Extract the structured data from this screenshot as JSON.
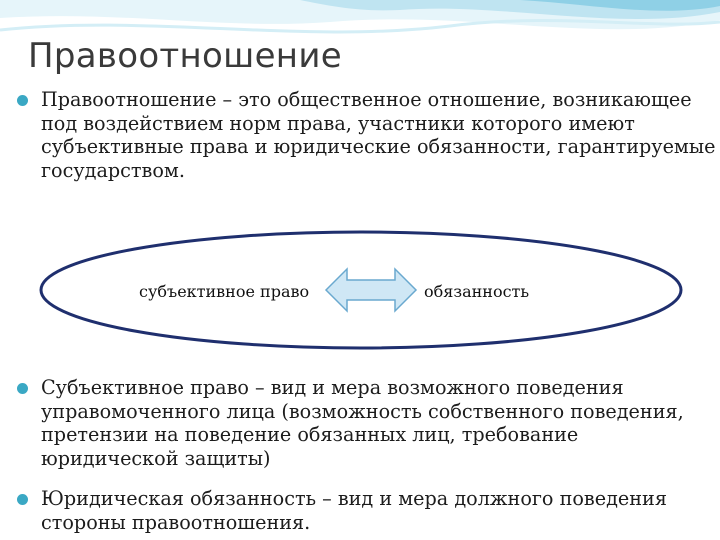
{
  "slide": {
    "title": "Правоотношение",
    "bullets": [
      "Правоотношение – это общественное отношение, возникающее под воздействием норм права, участники которого имеют субъективные права и юридические обязанности, гарантируемые государством.",
      "Субъективное право – вид и мера возможного поведения управомоченного лица (возможность собственного поведения, претензии на поведение обязанных лиц, требование юридической защиты)",
      "Юридическая обязанность – вид и мера должного поведения стороны правоотношения."
    ]
  },
  "diagram": {
    "left_label": "субъективное право",
    "right_label": "обязанность"
  },
  "colors": {
    "accent": "#3aa8c4",
    "wave_light": "#d9f0f7",
    "wave_mid": "#a9dced",
    "arrow_fill": "#cfe7f5",
    "arrow_stroke": "#6aa9cf"
  }
}
